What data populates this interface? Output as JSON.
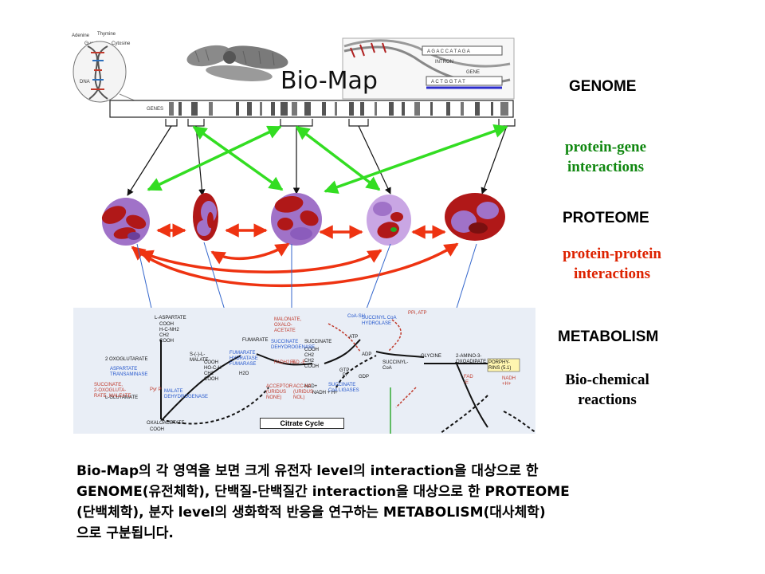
{
  "title": "Bio-Map",
  "labels": {
    "genome": "GENOME",
    "proteome": "PROTEOME",
    "metabolism": "METABOLISM",
    "protein_gene": [
      "protein-gene",
      "interactions"
    ],
    "protein_protein": [
      "protein-protein",
      "interactions"
    ],
    "biochemical": [
      "Bio-chemical",
      "reactions"
    ]
  },
  "genome_art": {
    "dna_bases": [
      "Adenine",
      "Thymine",
      "Guanine",
      "Cytosine"
    ],
    "dna_label": "DNA",
    "genes_label": "GENES",
    "gene_label": "GENE",
    "intron_label": "INTRON",
    "seq_top": "A G A C C A T A G A",
    "seq_bottom": "A C T G G T A T"
  },
  "metabolism": {
    "cycle_label": "Citrate Cycle",
    "texts_black": [
      "L-ASPARTATE",
      "COOH\nH-C-NH2\nCH2\nCOOH",
      "2 OXOGLUTARATE",
      "L-GLUTAMATE",
      "OXALOACETATE",
      "COOH",
      "FUMARATE",
      "S-(-)-L-\nMALATE",
      "COOH\nHO-C-H\nCH2\nCOOH",
      "H2O",
      "SUCCINATE",
      "COOH\nCH2\nCH2\nCOOH",
      "SUCCINYL-\nCoA",
      "GLYCINE",
      "2-AMINO-3-\nOXOADIPATE",
      "NAD+",
      "NADH + H+",
      "ADP",
      "ATP",
      "Pi",
      "GDP",
      "GTP"
    ],
    "texts_red": [
      "SUCCINATE,\n2-OXOGLUTA-\nRATE, MALEATE",
      "Pyr P",
      "MALONATE,\nOXALO-\nACETATE",
      "FADH2 -E",
      "FAD -E",
      "ACCEPTOR\n(URIDUS\nNONE)",
      "ACC-H2\n(URIDUS\nNOL)",
      "PPi, ATP",
      "FAD\n-E",
      "NADH\n+H+"
    ],
    "texts_blue": [
      "ASPARTATE\nTRANSAMINASE",
      "FUMARATE\nHYDRATASE\nFUMARASE",
      "SUCCINATE\nDEHYDROGENASE",
      "SUCCINYL CoA\nHYDROLASE",
      "SUCCINATE\nCoA LIGASES",
      "CoA-SH",
      "MALATE\nDEHYDROGENASE"
    ],
    "porphyrins": "PORPHY-\nRINS (5.1)"
  },
  "caption_lines": [
    "Bio-Map의  각 영역을 보면 크게 유전자 level의 interaction을 대상으로 한",
    "GENOME(유전체학), 단백질-단백질간 interaction을 대상으로 한 PROTEOME",
    "(단백체학), 분자 level의 생화학적 반응을 연구하는 METABOLISM(대사체학)",
    "으로 구분됩니다."
  ],
  "colors": {
    "green": "#33dd22",
    "red_orange": "#ee3311",
    "blue_line": "#3366cc",
    "protein_gene_text": "#118811",
    "protein_protein_text": "#dd2200",
    "protein_purple": "#a072c8",
    "protein_red": "#b01818"
  }
}
